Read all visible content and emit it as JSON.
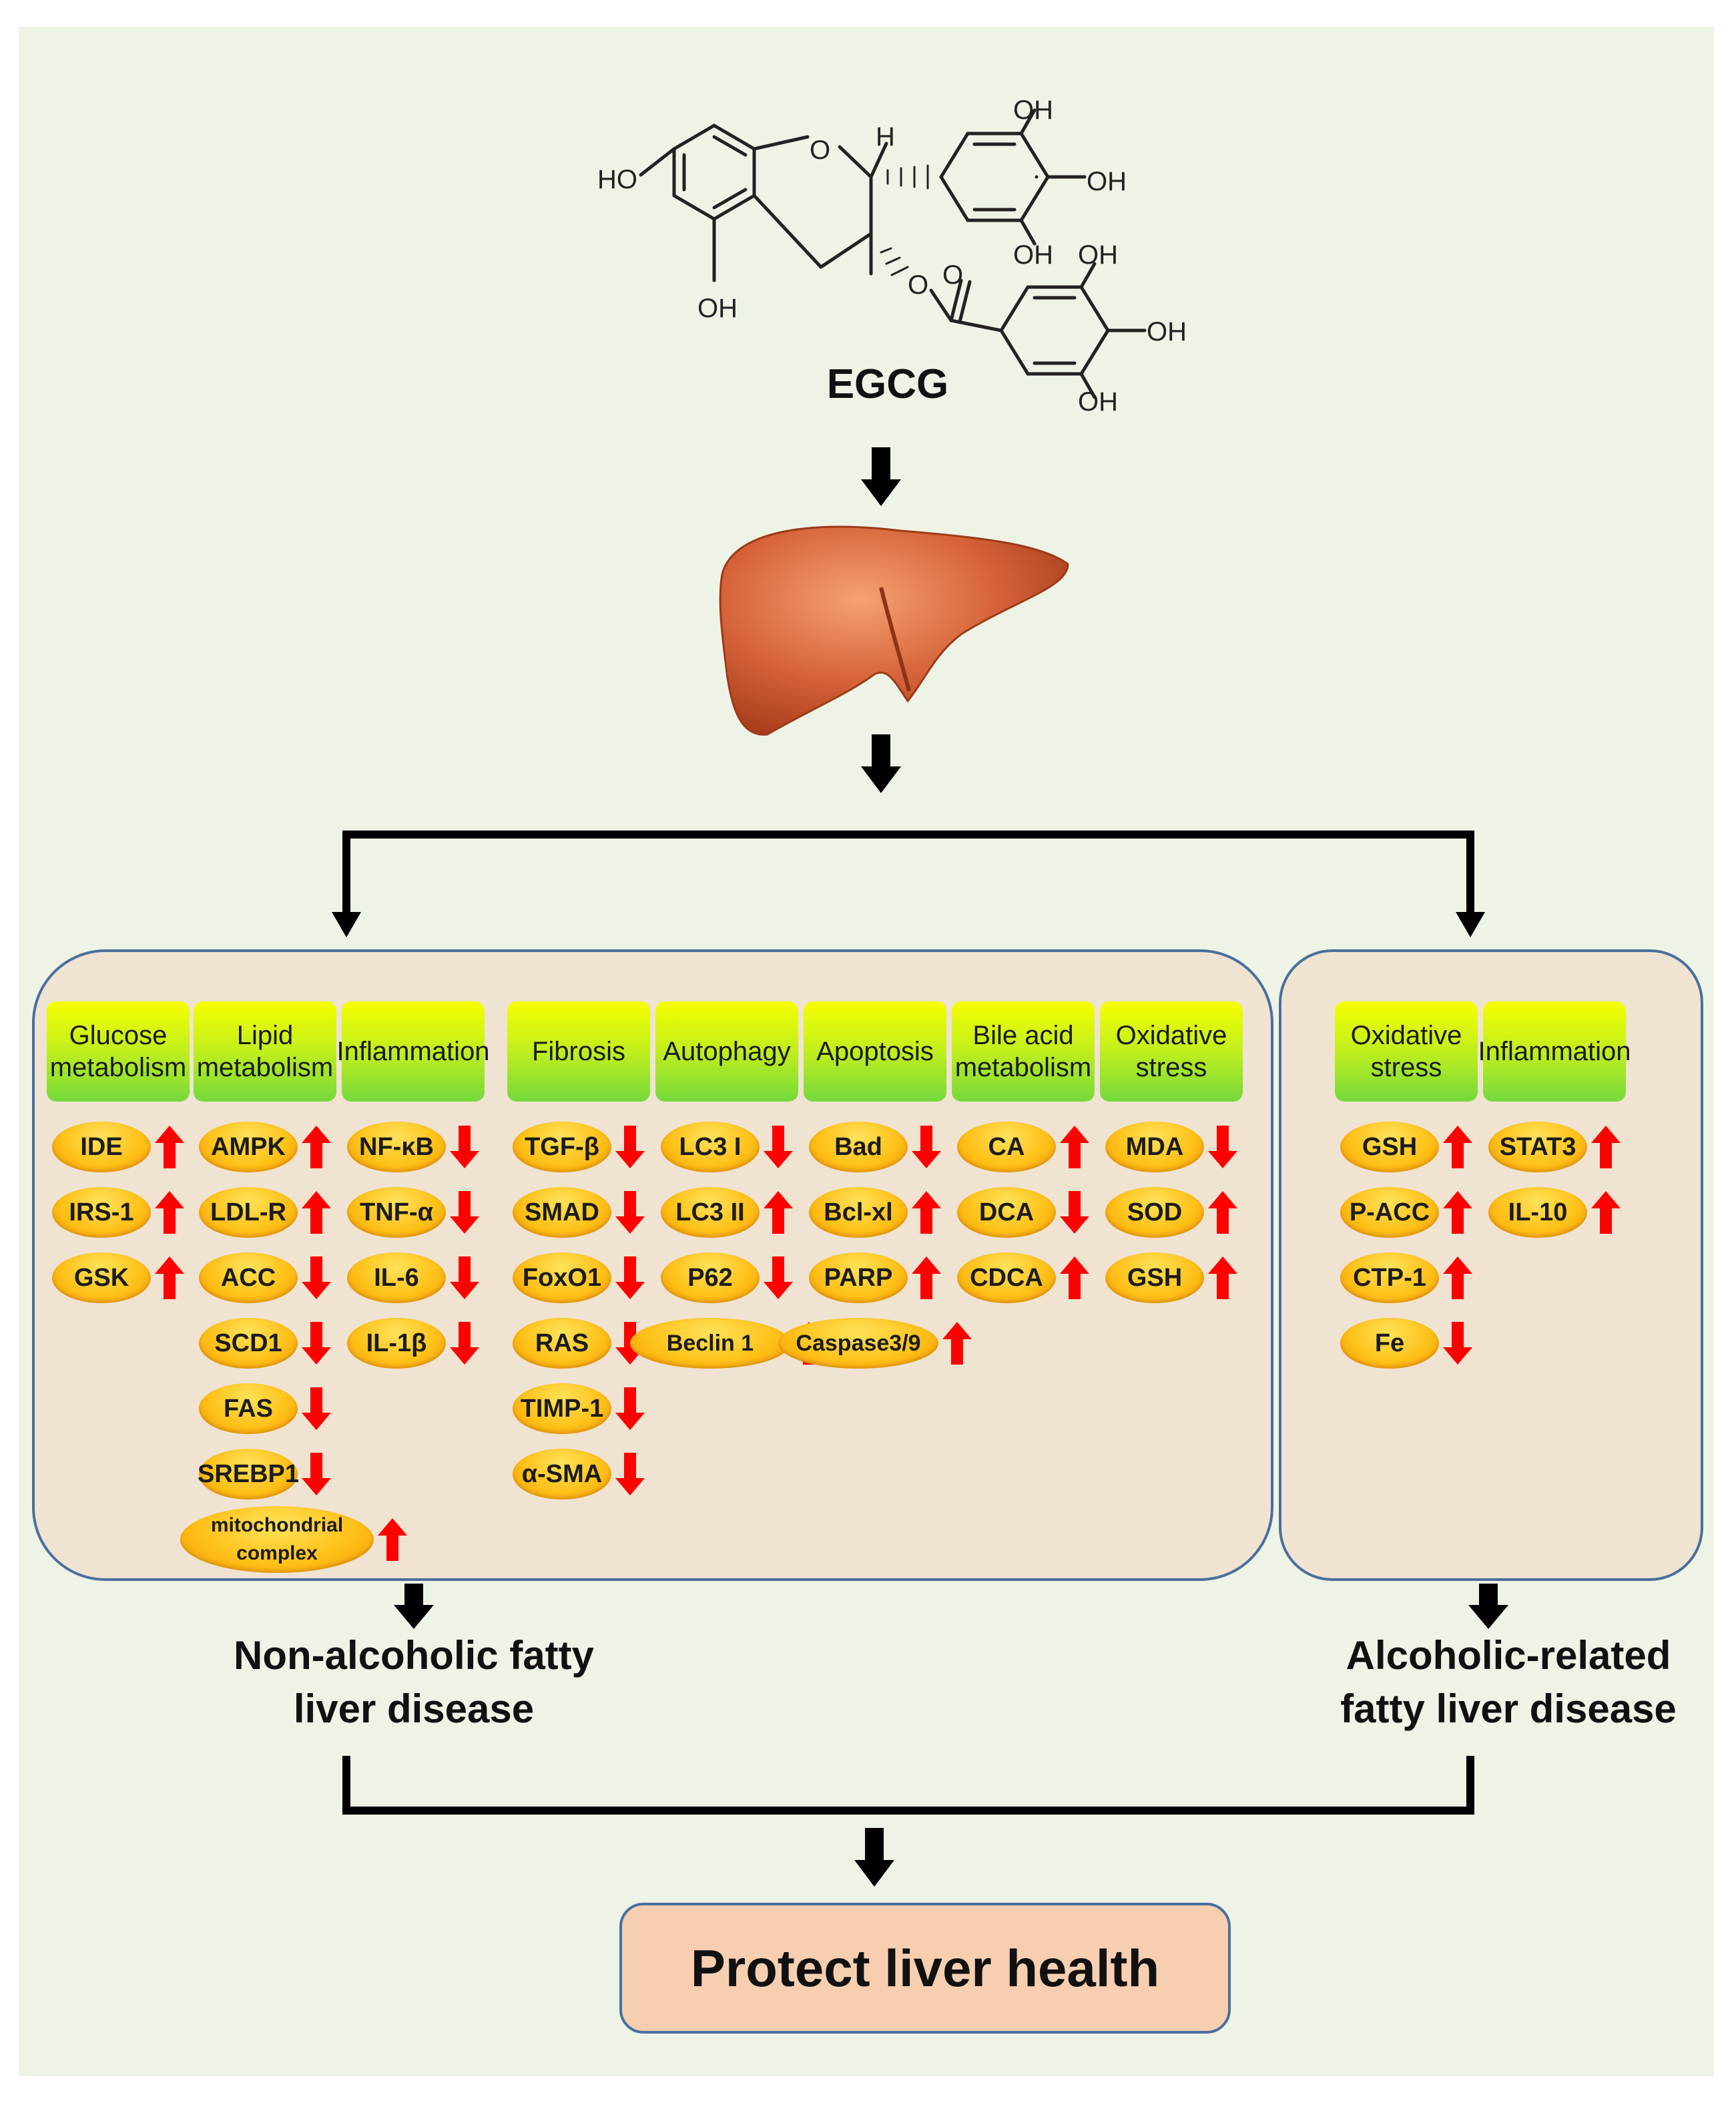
{
  "molecule": {
    "name": "EGCG",
    "atoms": {
      "ho_left": "HO",
      "oh_a": "OH",
      "oh_b": "OH",
      "oh_c": "OH",
      "oh_d": "OH",
      "oh_e": "OH",
      "oh_f": "OH",
      "oh_g": "OH",
      "o_ring": "O",
      "o_ester": "O",
      "o_carbonyl": "O",
      "h_stereo": "H"
    }
  },
  "arrow_up_color": "#ff0000",
  "nafld": {
    "label": "Non-alcoholic fatty\nliver disease",
    "categories": [
      {
        "name": "Glucose\nmetabolism",
        "items": [
          {
            "label": "IDE",
            "dir": "up"
          },
          {
            "label": "IRS-1",
            "dir": "up"
          },
          {
            "label": "GSK",
            "dir": "up"
          }
        ]
      },
      {
        "name": "Lipid\nmetabolism",
        "items": [
          {
            "label": "AMPK",
            "dir": "up"
          },
          {
            "label": "LDL-R",
            "dir": "up"
          },
          {
            "label": "ACC",
            "dir": "down"
          },
          {
            "label": "SCD1",
            "dir": "down"
          },
          {
            "label": "FAS",
            "dir": "down"
          },
          {
            "label": "SREBP1",
            "dir": "down"
          },
          {
            "label": "mitochondrial\ncomplex",
            "dir": "up"
          }
        ]
      },
      {
        "name": "Inflammation",
        "items": [
          {
            "label": "NF-κB",
            "dir": "down"
          },
          {
            "label": "TNF-α",
            "dir": "down"
          },
          {
            "label": "IL-6",
            "dir": "down"
          },
          {
            "label": "IL-1β",
            "dir": "down"
          }
        ]
      },
      {
        "name": "Fibrosis",
        "items": [
          {
            "label": "TGF-β",
            "dir": "down"
          },
          {
            "label": "SMAD",
            "dir": "down"
          },
          {
            "label": "FoxO1",
            "dir": "down"
          },
          {
            "label": "RAS",
            "dir": "down"
          },
          {
            "label": "TIMP-1",
            "dir": "down"
          },
          {
            "label": "α-SMA",
            "dir": "down"
          }
        ]
      },
      {
        "name": "Autophagy",
        "items": [
          {
            "label": "LC3 I",
            "dir": "down"
          },
          {
            "label": "LC3 II",
            "dir": "up"
          },
          {
            "label": "P62",
            "dir": "down"
          },
          {
            "label": "Beclin 1",
            "dir": "up"
          }
        ]
      },
      {
        "name": "Apoptosis",
        "items": [
          {
            "label": "Bad",
            "dir": "down"
          },
          {
            "label": "Bcl-xl",
            "dir": "up"
          },
          {
            "label": "PARP",
            "dir": "up"
          },
          {
            "label": "Caspase3/9",
            "dir": "up"
          }
        ]
      },
      {
        "name": "Bile acid\nmetabolism",
        "items": [
          {
            "label": "CA",
            "dir": "up"
          },
          {
            "label": "DCA",
            "dir": "down"
          },
          {
            "label": "CDCA",
            "dir": "up"
          }
        ]
      },
      {
        "name": "Oxidative\nstress",
        "items": [
          {
            "label": "MDA",
            "dir": "down"
          },
          {
            "label": "SOD",
            "dir": "up"
          },
          {
            "label": "GSH",
            "dir": "up"
          }
        ]
      }
    ]
  },
  "afld": {
    "label": "Alcoholic-related\nfatty liver disease",
    "categories": [
      {
        "name": "Oxidative\nstress",
        "items": [
          {
            "label": "GSH",
            "dir": "up"
          },
          {
            "label": "P-ACC",
            "dir": "up"
          },
          {
            "label": "CTP-1",
            "dir": "up"
          },
          {
            "label": "Fe",
            "dir": "down"
          }
        ]
      },
      {
        "name": "Inflammation",
        "items": [
          {
            "label": "STAT3",
            "dir": "up"
          },
          {
            "label": "IL-10",
            "dir": "up"
          }
        ]
      }
    ]
  },
  "result": "Protect liver health"
}
